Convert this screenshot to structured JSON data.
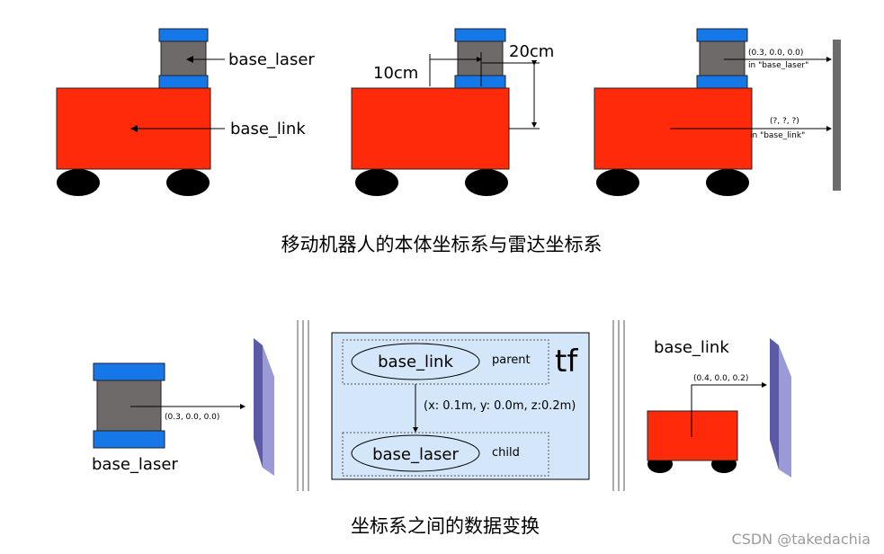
{
  "top_row": {
    "fig1": {
      "laser_label": "base_laser",
      "link_label": "base_link"
    },
    "fig2": {
      "horizontal_offset": "10cm",
      "vertical_offset": "20cm"
    },
    "fig3": {
      "laser_coords": "(0.3, 0.0, 0.0)",
      "laser_frame": "in \"base_laser\"",
      "link_coords": "(?, ?, ?)",
      "link_frame": "in \"base_link\""
    },
    "caption": "移动机器人的本体坐标系与雷达坐标系"
  },
  "bottom_row": {
    "left": {
      "coords": "(0.3, 0.0, 0.0)",
      "label": "base_laser"
    },
    "tf_box": {
      "title": "tf",
      "parent_node": "base_link",
      "parent_role": "parent",
      "transform": "(x: 0.1m, y: 0.0m, z:0.2m)",
      "child_node": "base_laser",
      "child_role": "child"
    },
    "right": {
      "label": "base_link",
      "coords": "(0.4, 0.0, 0.2)"
    },
    "caption": "坐标系之间的数据变换"
  },
  "watermark": "CSDN @takedachia",
  "colors": {
    "robot_body": "#ff2a0a",
    "laser_cap": "#1677e8",
    "laser_body": "#6f6a6a",
    "wheel": "#000000",
    "wall": "#6c6c6c",
    "tf_box_fill": "#d4e6f9",
    "screen": "#9a9ad6"
  }
}
